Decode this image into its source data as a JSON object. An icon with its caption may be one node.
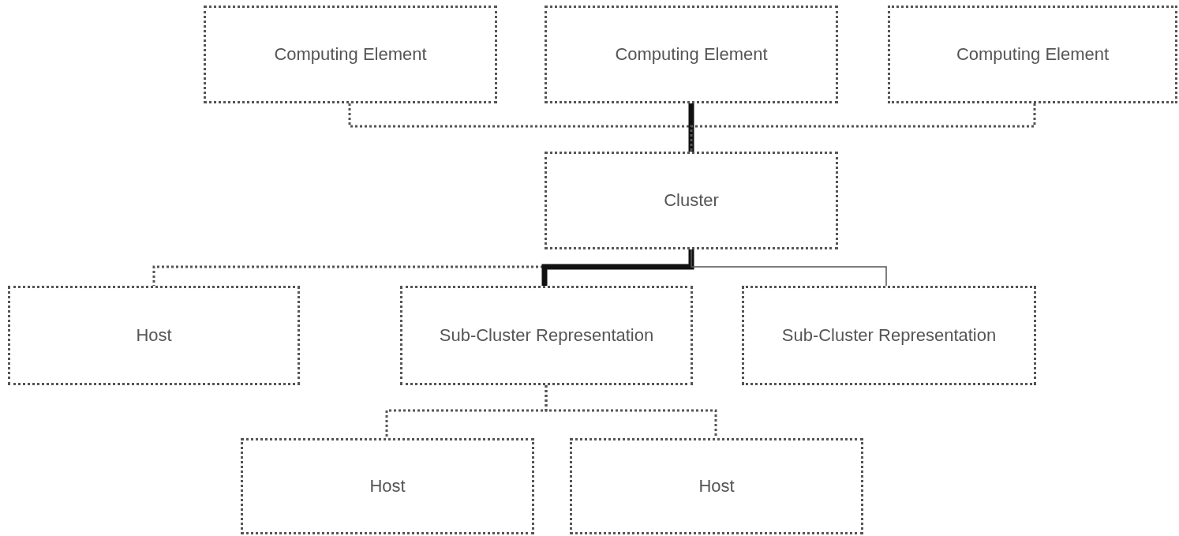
{
  "diagram": {
    "nodes": [
      {
        "text": [
          "Computing Element"
        ]
      },
      {
        "text": [
          "Computing Element"
        ]
      },
      {
        "text": [
          "Computing Element"
        ]
      },
      {
        "text": [
          "Cluster"
        ]
      },
      {
        "text": [
          "Host"
        ]
      },
      {
        "text": [
          "Sub-Cluster Representation"
        ]
      },
      {
        "text": [
          "Sub-Cluster Representation"
        ]
      },
      {
        "text": [
          "Host"
        ]
      },
      {
        "text": [
          "Host"
        ]
      }
    ],
    "edges": [
      {
        "from": 0,
        "to": 3,
        "arrow": "none",
        "style": "dashed"
      },
      {
        "from": 1,
        "to": 3,
        "arrow": "none",
        "style": "thick"
      },
      {
        "from": 2,
        "to": 3,
        "arrow": "none",
        "style": "dashed"
      },
      {
        "from": 3,
        "to": 4,
        "arrow": "none",
        "style": "dashed"
      },
      {
        "from": 3,
        "to": 5,
        "arrow": "none",
        "style": "thick"
      },
      {
        "from": 3,
        "to": 6,
        "arrow": "none"
      },
      {
        "from": 5,
        "to": 7,
        "arrow": "none",
        "style": "dashed"
      },
      {
        "from": 5,
        "to": 8,
        "arrow": "none",
        "style": "dashed"
      }
    ]
  }
}
